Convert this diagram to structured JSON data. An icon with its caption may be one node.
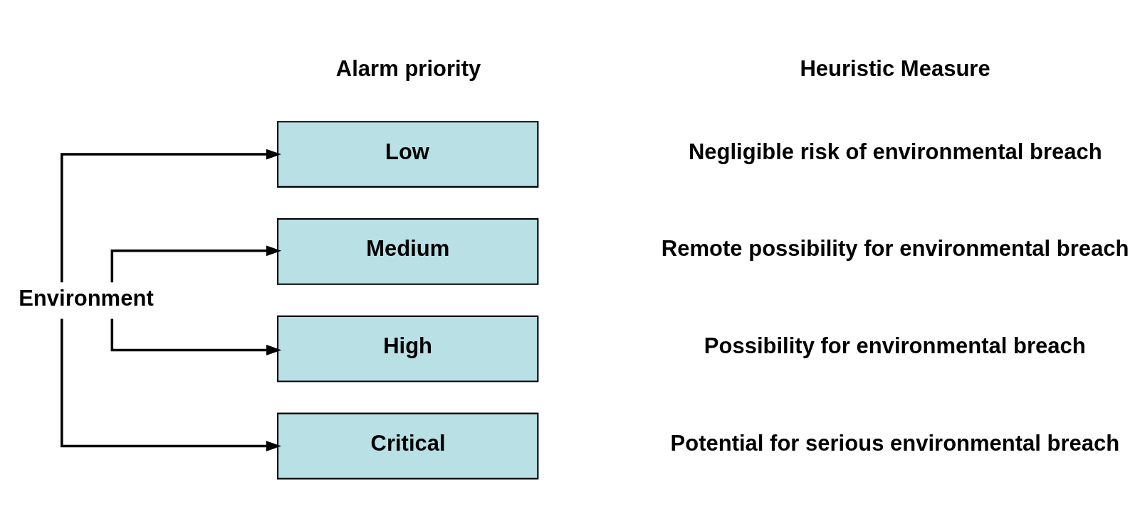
{
  "diagram": {
    "nodes": [
      {
        "text": [
          "Environment"
        ]
      },
      {
        "text": [
          "Low"
        ]
      },
      {
        "text": [
          "Medium"
        ]
      },
      {
        "text": [
          "High"
        ]
      },
      {
        "text": [
          "Critical"
        ]
      }
    ],
    "edges": [
      {
        "from": 0,
        "to": 1,
        "arrow": "to"
      },
      {
        "from": 0,
        "to": 2,
        "arrow": "to"
      },
      {
        "from": 0,
        "to": 3,
        "arrow": "to"
      },
      {
        "from": 0,
        "to": 4,
        "arrow": "to"
      }
    ],
    "labels": [
      "Alarm priority",
      "Heuristic Measure",
      "Negligible risk of environmental breach",
      "Remote possibility for environmental breach",
      "Possibility for environmental breach",
      "Potential for serious environmental breach"
    ]
  }
}
